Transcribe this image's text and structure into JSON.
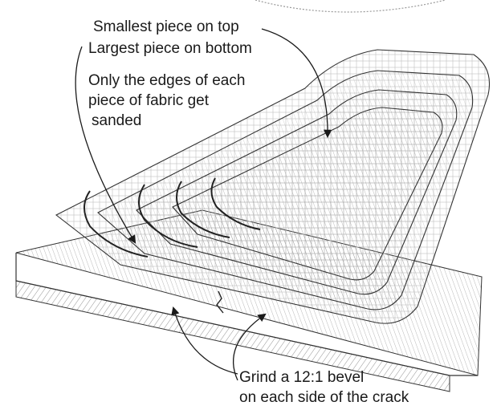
{
  "annotations": {
    "stack_order_top": "Smallest piece on top",
    "stack_order_bottom": "Largest piece on bottom",
    "sanding_line1": "Only the edges of each",
    "sanding_line2": "piece of fabric get",
    "sanding_line3": "sanded",
    "bevel_line1": "Grind a 12:1 bevel",
    "bevel_line2": "on each side of the crack"
  },
  "colors": {
    "ink": "#1a1a1a",
    "hatch": "#555555",
    "paper": "#ffffff"
  }
}
